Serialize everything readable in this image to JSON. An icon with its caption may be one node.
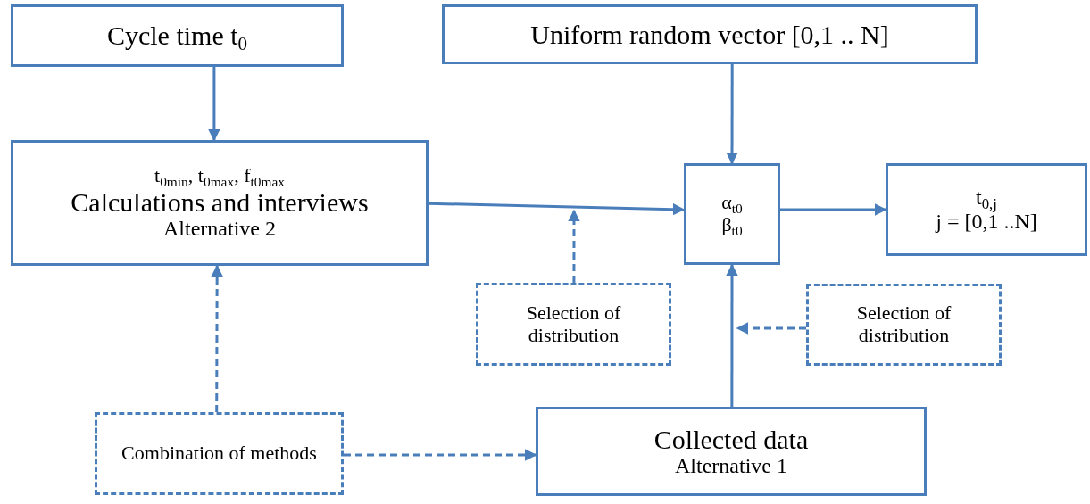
{
  "diagram": {
    "nodes": [
      {
        "text": [
          "Cycle time t$_{0}$"
        ]
      },
      {
        "text": [
          "Uniform random vector [0,1 .. N]"
        ]
      },
      {
        "text": [
          "t$_{0min}$, t$_{0max}$, f$_{t0max}$",
          "Calculations and interviews",
          "Alternative 2"
        ]
      },
      {
        "text": [
          "α$_{t0}$",
          "β$_{t0}$"
        ]
      },
      {
        "text": [
          "t$_{0,j}$",
          "j = [0,1 ..N]"
        ]
      },
      {
        "text": [
          "Selection of distribution"
        ]
      },
      {
        "text": [
          "Selection of distribution"
        ]
      },
      {
        "text": [
          "Combination of methods"
        ]
      },
      {
        "text": [
          "Collected data",
          "Alternative 1"
        ]
      }
    ],
    "edges": [
      {
        "from": 0,
        "to": 2,
        "arrow": "to"
      },
      {
        "from": 1,
        "to": 3,
        "arrow": "to"
      },
      {
        "from": 2,
        "to": 3,
        "arrow": "to"
      },
      {
        "from": 3,
        "to": 4,
        "arrow": "to"
      },
      {
        "from": 8,
        "to": 3,
        "arrow": "to"
      },
      {
        "from": 5,
        "to": null,
        "arrow": "to",
        "style": "dashed"
      },
      {
        "from": 6,
        "to": null,
        "arrow": "to",
        "style": "dashed"
      },
      {
        "from": 7,
        "to": 2,
        "arrow": "to",
        "style": "dashed"
      },
      {
        "from": 7,
        "to": 8,
        "arrow": "to",
        "style": "dashed"
      }
    ]
  }
}
